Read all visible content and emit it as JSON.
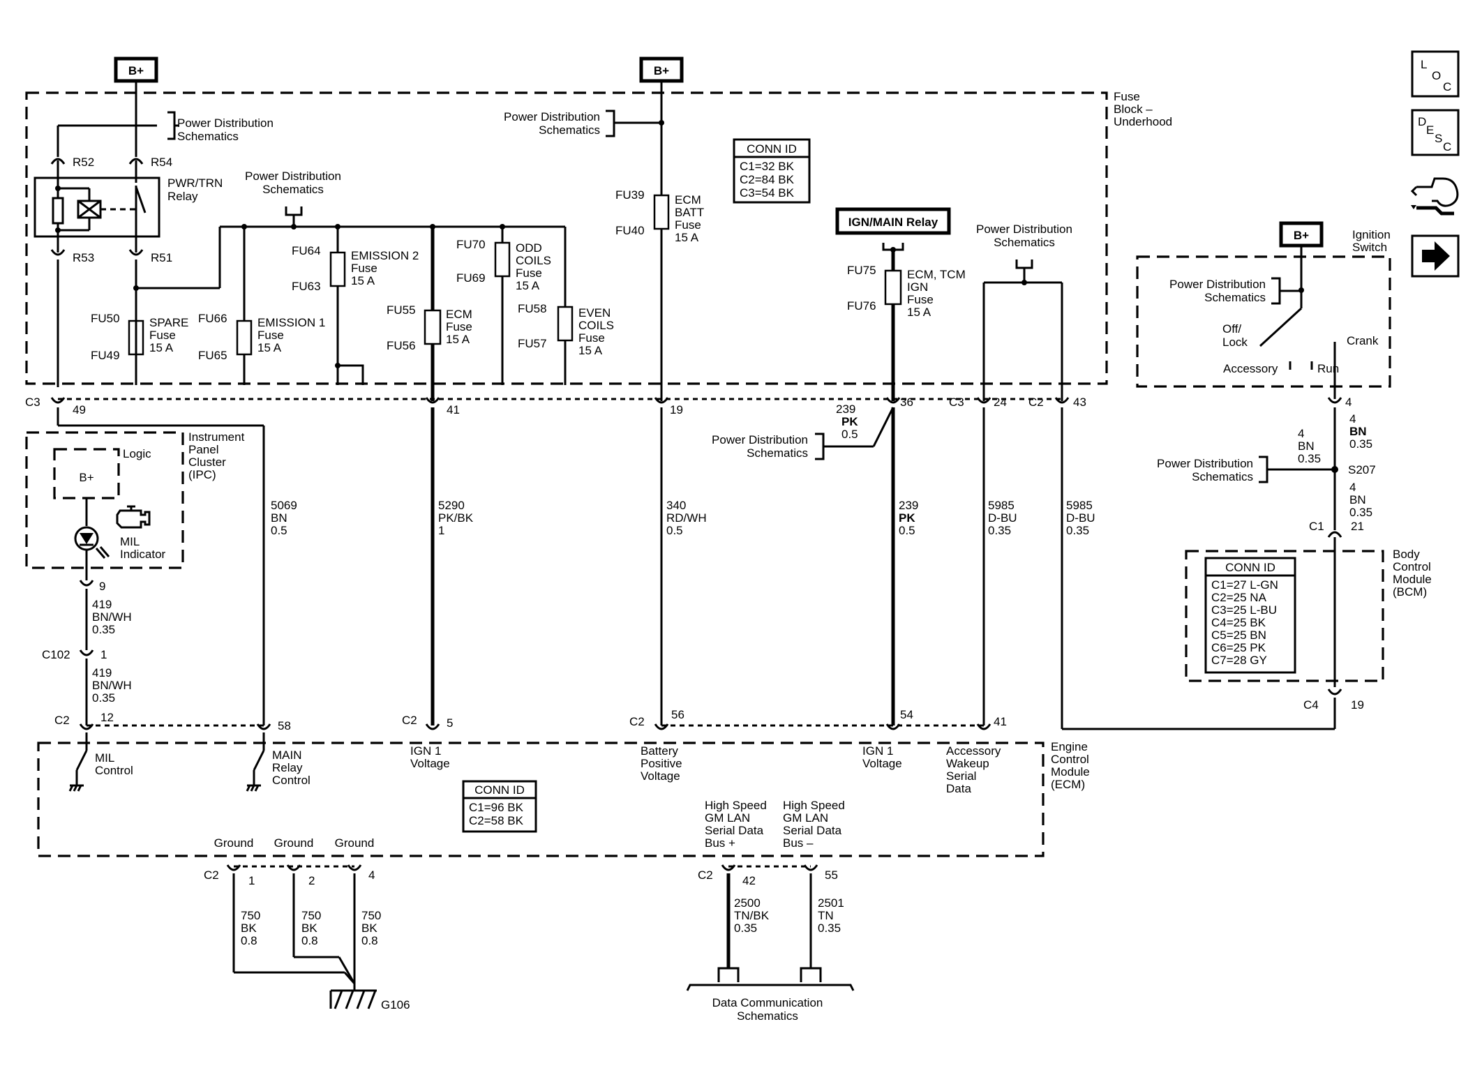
{
  "bplus": "B+",
  "pds": [
    "Power Distribution",
    "Schematics"
  ],
  "fuse_block": [
    "Fuse",
    "Block –",
    "Underhood"
  ],
  "relay": {
    "label": [
      "PWR/TRN",
      "Relay"
    ],
    "pins": [
      "R52",
      "R54",
      "R53",
      "R51"
    ]
  },
  "fuses": [
    {
      "top": "FU50",
      "bot": "FU49",
      "name": [
        "SPARE",
        "Fuse",
        "15 A"
      ]
    },
    {
      "top": "FU66",
      "bot": "FU65",
      "name": [
        "EMISSION 1",
        "Fuse",
        "15 A"
      ]
    },
    {
      "top": "FU64",
      "bot": "FU63",
      "name": [
        "EMISSION 2",
        "Fuse",
        "15 A"
      ]
    },
    {
      "top": "FU55",
      "bot": "FU56",
      "name": [
        "ECM",
        "Fuse",
        "15 A"
      ]
    },
    {
      "top": "FU70",
      "bot": "FU69",
      "name": [
        "ODD",
        "COILS",
        "Fuse",
        "15 A"
      ]
    },
    {
      "top": "FU58",
      "bot": "FU57",
      "name": [
        "EVEN",
        "COILS",
        "Fuse",
        "15 A"
      ]
    },
    {
      "top": "FU39",
      "bot": "FU40",
      "name": [
        "ECM",
        "BATT",
        "Fuse",
        "15 A"
      ]
    },
    {
      "top": "FU75",
      "bot": "FU76",
      "name": [
        "ECM, TCM",
        "IGN",
        "Fuse",
        "15 A"
      ]
    }
  ],
  "ign_main_relay": "IGN/MAIN Relay",
  "fuse_conn": {
    "title": "CONN ID",
    "rows": [
      "C1=32 BK",
      "C2=84 BK",
      "C3=54 BK"
    ]
  },
  "ecm_conn": {
    "title": "CONN ID",
    "rows": [
      "C1=96 BK",
      "C2=58 BK"
    ]
  },
  "bcm_conn": {
    "title": "CONN ID",
    "rows": [
      "C1=27 L-GN",
      "C2=25 NA",
      "C3=25 L-BU",
      "C4=25 BK",
      "C5=25 BN",
      "C6=25 PK",
      "C7=28 GY"
    ]
  },
  "ignition_switch": {
    "title": [
      "Ignition",
      "Switch"
    ],
    "positions": [
      "Off/",
      "Lock",
      "Accessory",
      "Run",
      "Crank"
    ]
  },
  "ipc": {
    "title": [
      "Instrument",
      "Panel",
      "Cluster",
      "(IPC)"
    ],
    "logic": "Logic",
    "mil": [
      "MIL",
      "Indicator"
    ]
  },
  "ecm": {
    "title": [
      "Engine",
      "Control",
      "Module",
      "(ECM)"
    ]
  },
  "bcm": {
    "title": [
      "Body",
      "Control",
      "Module",
      "(BCM)"
    ]
  },
  "ecm_inputs": {
    "mil": [
      "MIL",
      "Control"
    ],
    "main": [
      "MAIN",
      "Relay",
      "Control"
    ],
    "ign1a": [
      "IGN 1",
      "Voltage"
    ],
    "batt": [
      "Battery",
      "Positive",
      "Voltage"
    ],
    "ign1b": [
      "IGN 1",
      "Voltage"
    ],
    "acc": [
      "Accessory",
      "Wakeup",
      "Serial",
      "Data"
    ],
    "lanp": [
      "High Speed",
      "GM LAN",
      "Serial Data",
      "Bus +"
    ],
    "lanm": [
      "High Speed",
      "GM LAN",
      "Serial Data",
      "Bus –"
    ],
    "ground": "Ground"
  },
  "connectors": {
    "C3": "C3",
    "C2": "C2",
    "C1": "C1",
    "C4": "C4",
    "C102": "C102",
    "S207": "S207",
    "G106": "G106",
    "p49": "49",
    "p41": "41",
    "p19": "19",
    "p36": "36",
    "p24": "24",
    "p43": "43",
    "p4": "4",
    "p9": "9",
    "p1": "1",
    "p12": "12",
    "p58": "58",
    "p5": "5",
    "p56": "56",
    "p54": "54",
    "p41b": "41",
    "p21": "21",
    "p19b": "19",
    "p2": "2",
    "p4b": "4",
    "p42": "42",
    "p55": "55"
  },
  "wires": {
    "w5069": [
      "5069",
      "BN",
      "0.5"
    ],
    "w5290": [
      "5290",
      "PK/BK",
      "1"
    ],
    "w340": [
      "340",
      "RD/WH",
      "0.5"
    ],
    "w239a": [
      "239",
      "PK",
      "0.5"
    ],
    "w239b": [
      "239",
      "PK",
      "0.5"
    ],
    "w5985a": [
      "5985",
      "D-BU",
      "0.35"
    ],
    "w5985b": [
      "5985",
      "D-BU",
      "0.35"
    ],
    "w419a": [
      "419",
      "BN/WH",
      "0.35"
    ],
    "w419b": [
      "419",
      "BN/WH",
      "0.35"
    ],
    "w4a": [
      "4",
      "BN",
      "0.35"
    ],
    "w4b": [
      "4",
      "BN",
      "0.35"
    ],
    "w4c": [
      "4",
      "BN",
      "0.35"
    ],
    "w750a": [
      "750",
      "BK",
      "0.8"
    ],
    "w750b": [
      "750",
      "BK",
      "0.8"
    ],
    "w750c": [
      "750",
      "BK",
      "0.8"
    ],
    "w2500": [
      "2500",
      "TN/BK",
      "0.35"
    ],
    "w2501": [
      "2501",
      "TN",
      "0.35"
    ]
  },
  "data_comm": [
    "Data Communication",
    "Schematics"
  ],
  "nav": {
    "loc": [
      "L",
      "O",
      "C"
    ],
    "desc": [
      "D",
      "E",
      "S",
      "C"
    ]
  }
}
